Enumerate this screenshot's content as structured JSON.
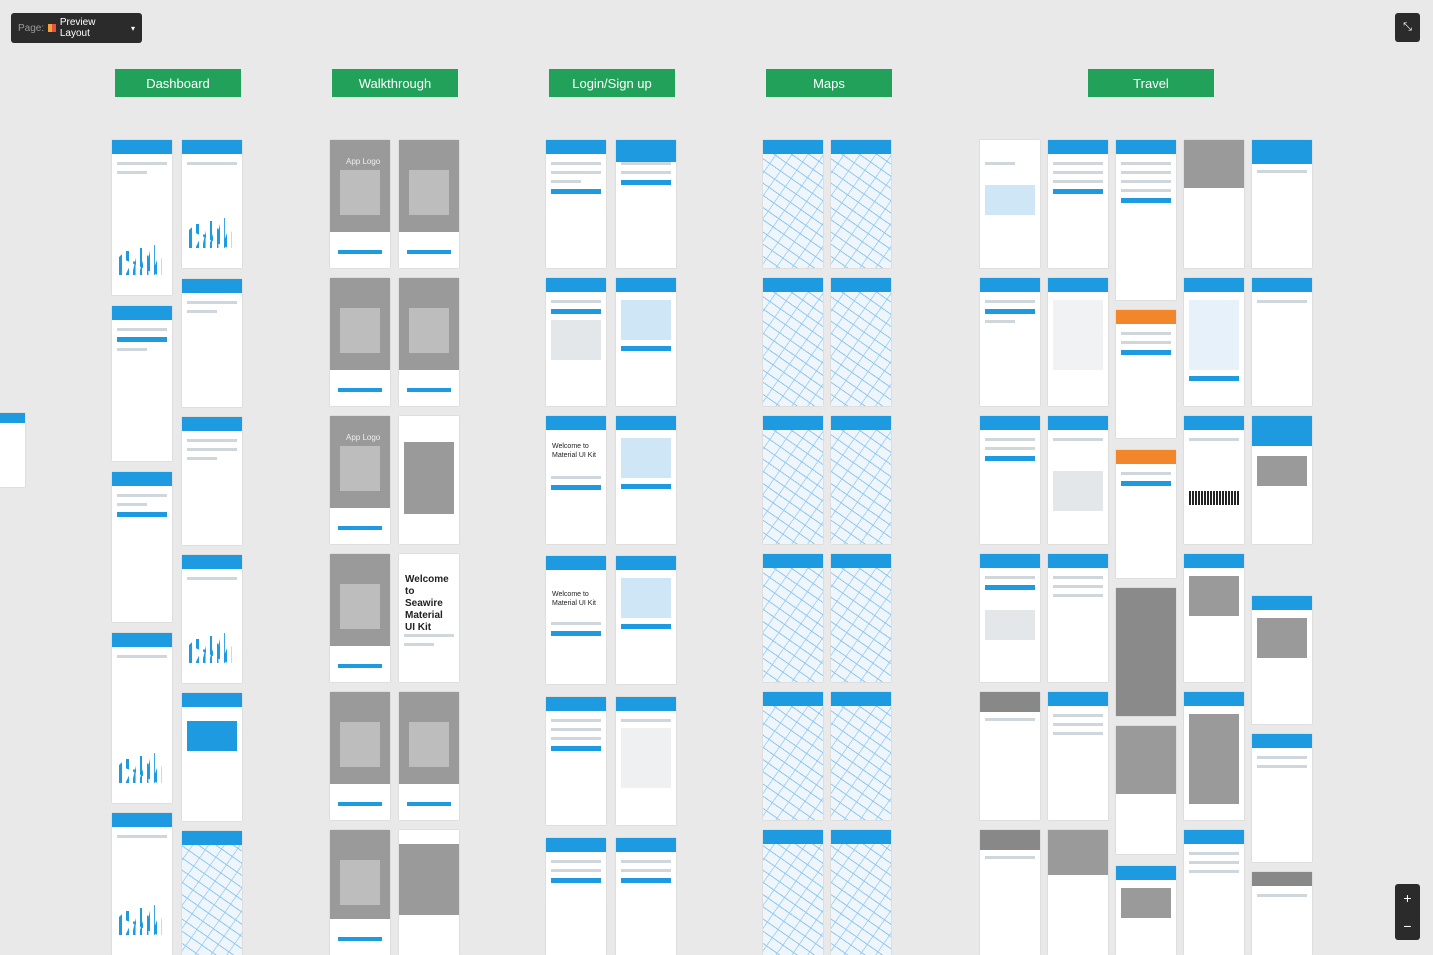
{
  "toolbar": {
    "page_label": "Page:",
    "page_name": "Preview Layout"
  },
  "sections": [
    {
      "title": "Dashboard"
    },
    {
      "title": "Walkthrough"
    },
    {
      "title": "Login/Sign up"
    },
    {
      "title": "Maps"
    },
    {
      "title": "Travel"
    }
  ],
  "walkthrough": {
    "app_logo": "App Logo",
    "welcome_big": "Welcome to Seawire Material UI Kit"
  },
  "login": {
    "welcome_kit": "Welcome to Material UI Kit"
  },
  "zoom": {
    "plus": "+",
    "minus": "−"
  },
  "colors": {
    "accent_green": "#21a159",
    "accent_blue": "#1e9be0",
    "toolbar_dark": "#2b2b2b",
    "canvas": "#e9e9e9"
  }
}
